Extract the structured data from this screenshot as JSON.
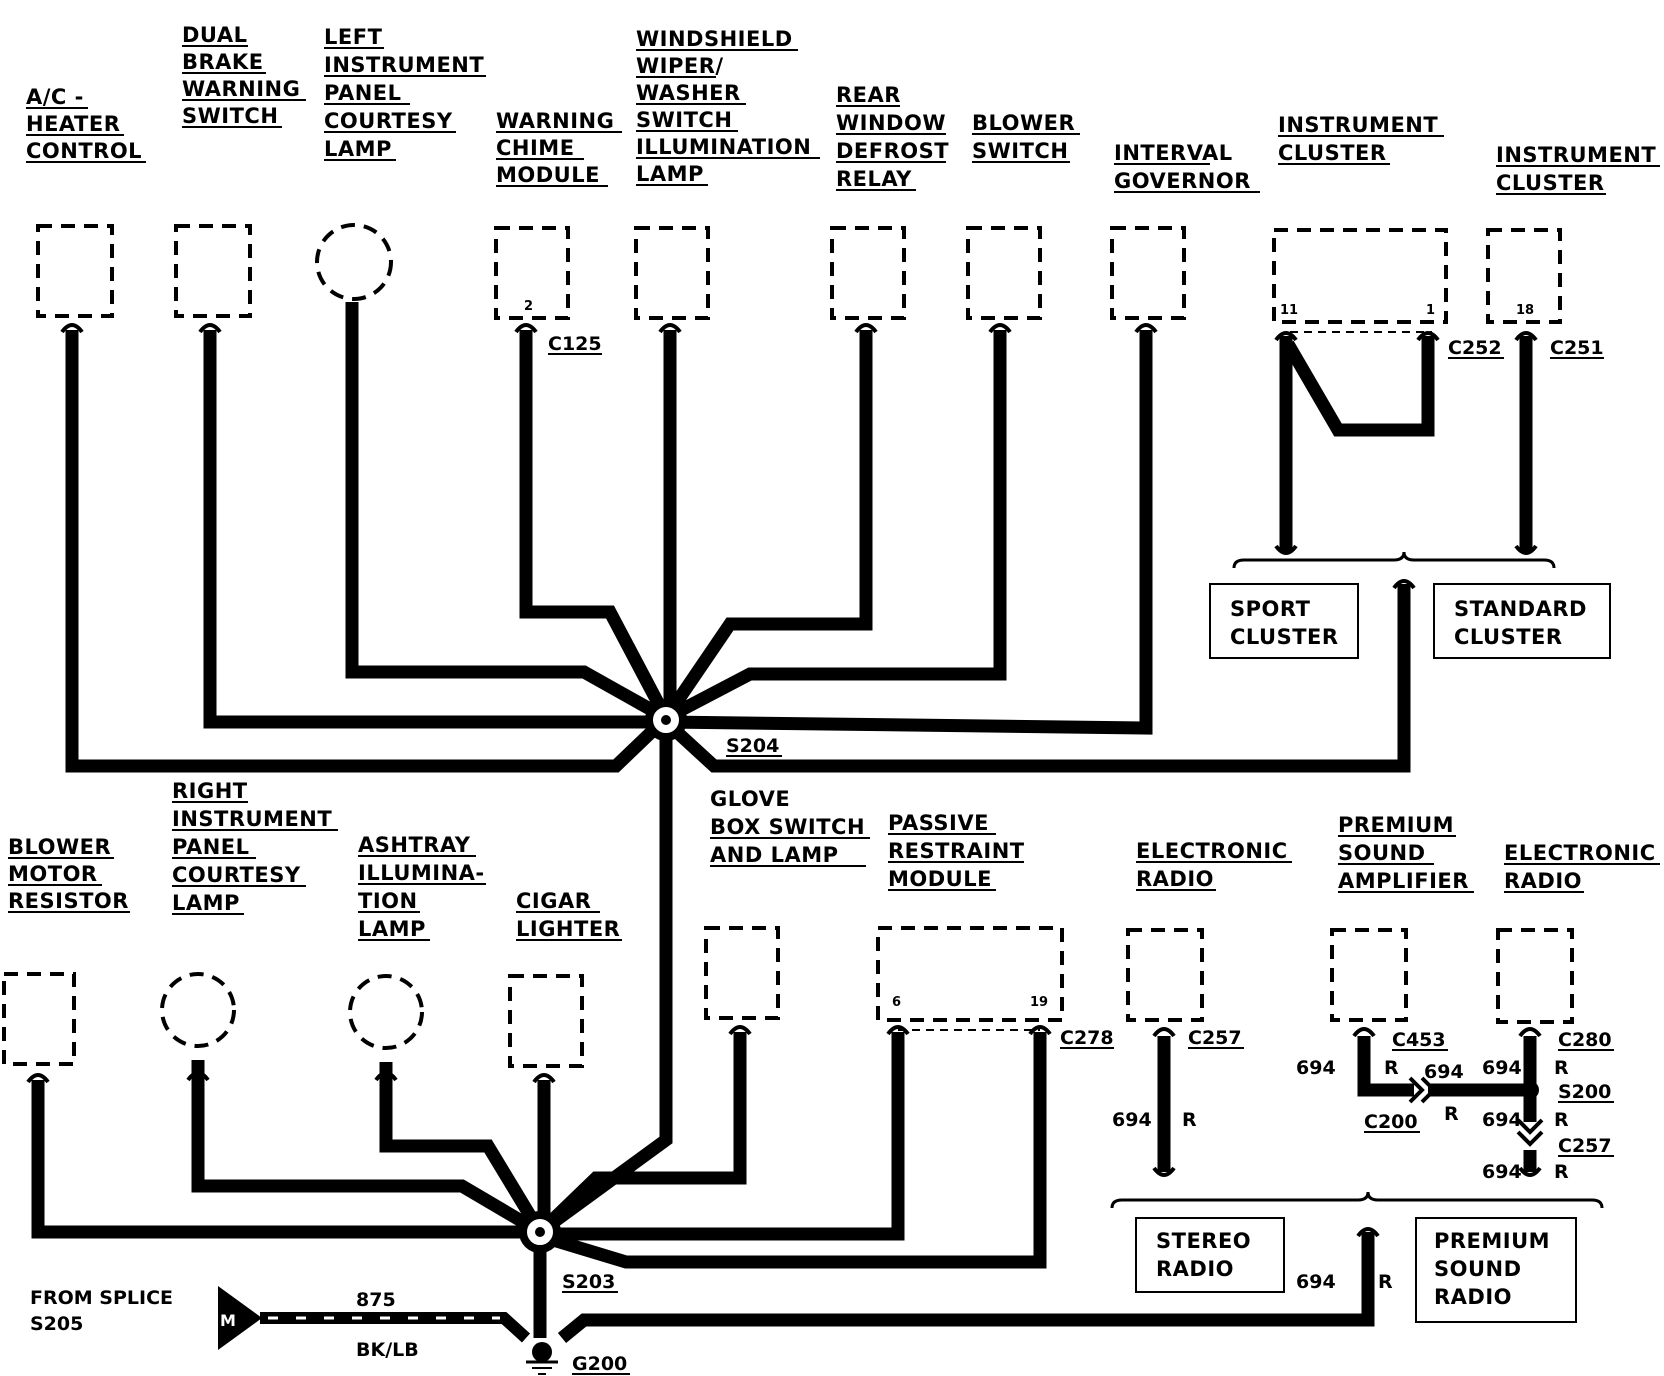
{
  "components": {
    "ac_heater_control": [
      "A/C -",
      "HEATER",
      "CONTROL"
    ],
    "dual_brake_warning_switch": [
      "DUAL",
      "BRAKE",
      "WARNING",
      "SWITCH"
    ],
    "left_ip_courtesy_lamp": [
      "LEFT",
      "INSTRUMENT",
      "PANEL",
      "COURTESY",
      "LAMP"
    ],
    "warning_chime_module": [
      "WARNING",
      "CHIME",
      "MODULE"
    ],
    "wiper_washer_switch_lamp": [
      "WINDSHIELD",
      "WIPER/",
      "WASHER",
      "SWITCH",
      "ILLUMINATION",
      "LAMP"
    ],
    "rear_window_defrost_relay": [
      "REAR",
      "WINDOW",
      "DEFROST",
      "RELAY"
    ],
    "blower_switch": [
      "BLOWER",
      "SWITCH"
    ],
    "interval_governor": [
      "INTERVAL",
      "GOVERNOR"
    ],
    "instrument_cluster_sport": [
      "INSTRUMENT",
      "CLUSTER"
    ],
    "instrument_cluster_standard": [
      "INSTRUMENT",
      "CLUSTER"
    ],
    "blower_motor_resistor": [
      "BLOWER",
      "MOTOR",
      "RESISTOR"
    ],
    "right_ip_courtesy_lamp": [
      "RIGHT",
      "INSTRUMENT",
      "PANEL",
      "COURTESY",
      "LAMP"
    ],
    "ashtray_illumination_lamp": [
      "ASHTRAY",
      "ILLUMINA-",
      "TION",
      "LAMP"
    ],
    "cigar_lighter": [
      "CIGAR",
      "LIGHTER"
    ],
    "glove_box_switch_lamp": [
      "GLOVE",
      "BOX SWITCH",
      "AND LAMP"
    ],
    "passive_restraint_module": [
      "PASSIVE",
      "RESTRAINT",
      "MODULE"
    ],
    "electronic_radio_1": [
      "ELECTRONIC",
      "RADIO"
    ],
    "premium_sound_amplifier": [
      "PREMIUM",
      "SOUND",
      "AMPLIFIER"
    ],
    "electronic_radio_2": [
      "ELECTRONIC",
      "RADIO"
    ]
  },
  "connectors": {
    "c125": "C125",
    "c252": "C252",
    "c251": "C251",
    "c278": "C278",
    "c257": "C257",
    "c453": "C453",
    "c280": "C280",
    "c200": "C200",
    "s200": "S200",
    "c257b": "C257",
    "s204": "S204",
    "s203": "S203",
    "g200": "G200"
  },
  "pins": {
    "chime": "2",
    "sport_left": "11",
    "sport_right": "1",
    "standard": "18",
    "prm_left": "6",
    "prm_right": "19"
  },
  "options": {
    "sport_cluster": [
      "SPORT",
      "CLUSTER"
    ],
    "standard_cluster": [
      "STANDARD",
      "CLUSTER"
    ],
    "stereo_radio": [
      "STEREO",
      "RADIO"
    ],
    "premium_sound_radio": [
      "PREMIUM",
      "SOUND",
      "RADIO"
    ]
  },
  "wires": {
    "circuit_694": "694",
    "color_r": "R",
    "circuit_875": "875",
    "color_bklb": "BK/LB"
  },
  "from_splice": [
    "FROM SPLICE",
    "S205"
  ],
  "motor_symbol": "M"
}
